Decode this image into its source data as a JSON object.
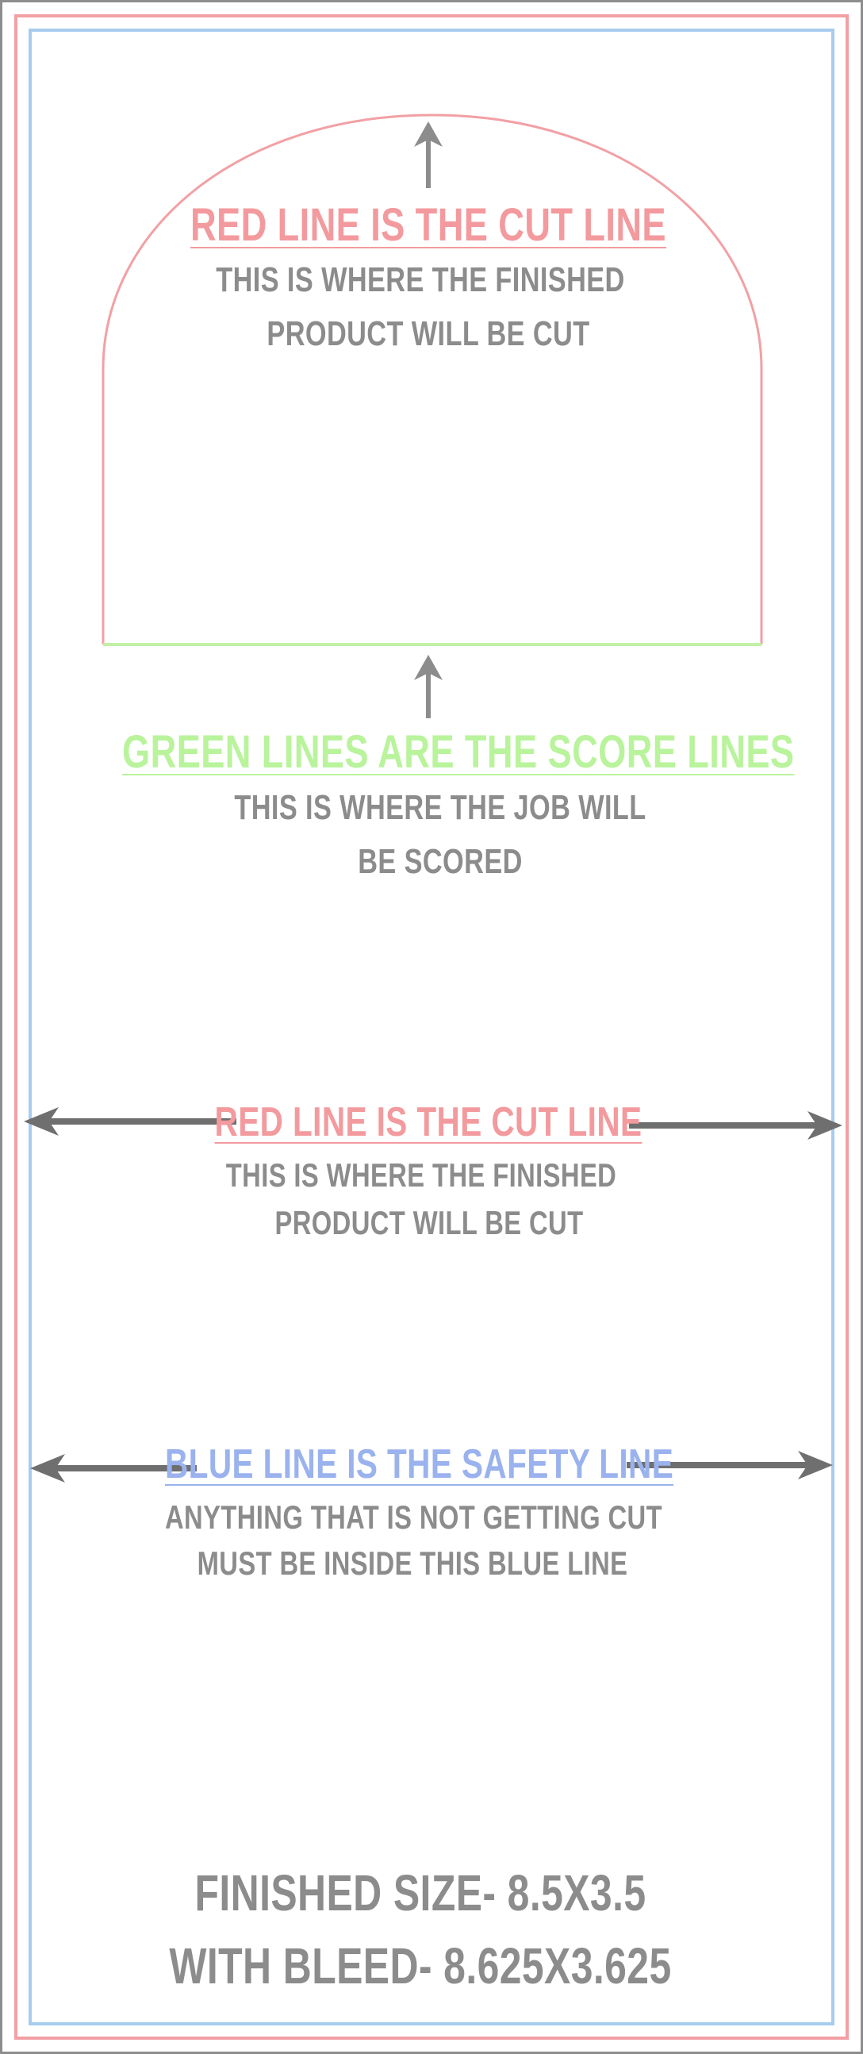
{
  "colors": {
    "cut_line": "#f2a0a4",
    "safety_line": "#a6cdf0",
    "score_line": "#c2f0a6",
    "arrow": "#777777",
    "text_gray": "#8c8c8c"
  },
  "top_callout": {
    "heading": "RED LINE IS THE CUT LINE",
    "line1": "THIS IS WHERE THE FINISHED",
    "line2": "PRODUCT WILL BE CUT"
  },
  "score_callout": {
    "heading": "GREEN LINES ARE THE SCORE LINES",
    "line1": "THIS IS WHERE THE JOB WILL",
    "line2": "BE SCORED"
  },
  "cut_callout": {
    "heading": "RED LINE IS THE CUT LINE",
    "line1": "THIS IS WHERE THE FINISHED",
    "line2": "PRODUCT WILL BE CUT"
  },
  "safety_callout": {
    "heading": "BLUE LINE IS THE SAFETY LINE",
    "line1": "ANYTHING THAT IS NOT GETTING CUT",
    "line2": "MUST BE INSIDE THIS BLUE LINE"
  },
  "size_info": {
    "finished": "FINISHED SIZE- 8.5X3.5",
    "bleed": "WITH BLEED- 8.625X3.625"
  },
  "icons": [
    "arrow-up-icon",
    "arrow-left-icon",
    "arrow-right-icon"
  ]
}
